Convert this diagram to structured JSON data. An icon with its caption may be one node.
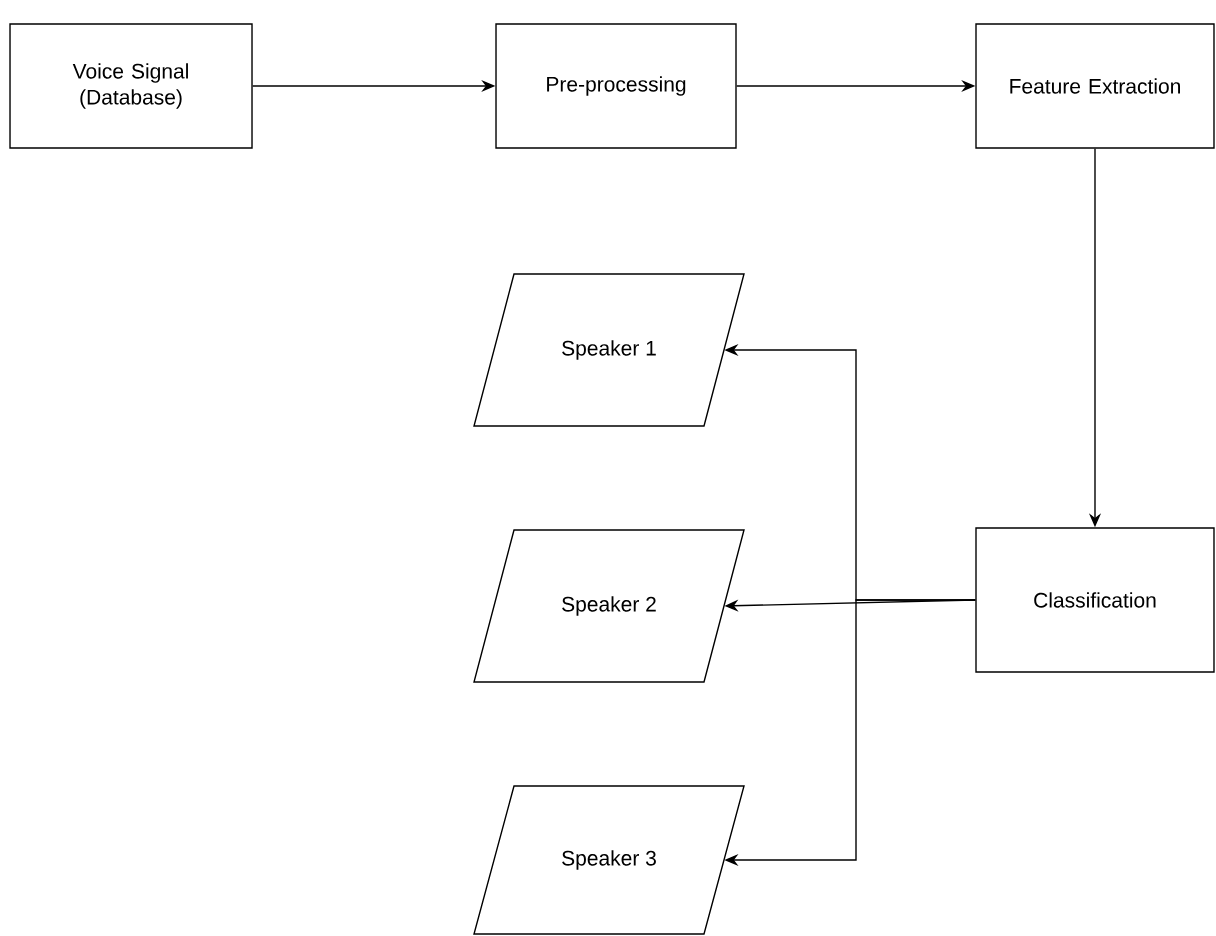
{
  "diagram": {
    "nodes": [
      {
        "text": [
          "Voice Signal (Database)"
        ]
      },
      {
        "text": [
          "Pre-processing"
        ]
      },
      {
        "text": [
          "Feature Extraction"
        ]
      },
      {
        "text": [
          "Classification"
        ]
      },
      {
        "text": [
          "Speaker 1"
        ]
      },
      {
        "text": [
          "Speaker 2"
        ]
      },
      {
        "text": [
          "Speaker 3"
        ]
      }
    ],
    "edges": [
      {
        "from": 0,
        "to": 1,
        "arrow": "to"
      },
      {
        "from": 1,
        "to": 2,
        "arrow": "to"
      },
      {
        "from": 2,
        "to": 3,
        "arrow": "to"
      },
      {
        "from": 3,
        "to": 4,
        "arrow": "to"
      },
      {
        "from": 3,
        "to": 5,
        "arrow": "to"
      },
      {
        "from": 3,
        "to": 6,
        "arrow": "to"
      }
    ]
  }
}
